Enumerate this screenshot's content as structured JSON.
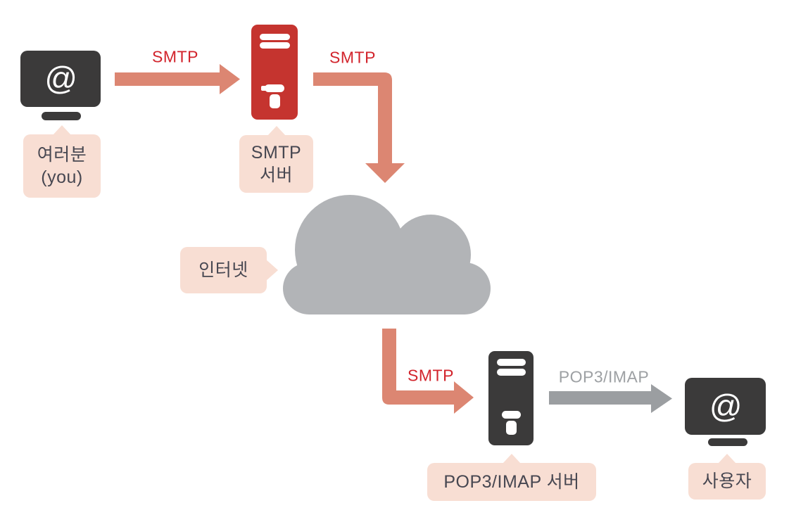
{
  "nodes": {
    "sender": {
      "icon": "monitor-at",
      "symbol": "@",
      "label_line1": "여러분",
      "label_line2": "(you)"
    },
    "smtp_server": {
      "icon": "server-tower",
      "label_line1": "SMTP",
      "label_line2": "서버"
    },
    "internet": {
      "icon": "cloud",
      "label": "인터넷"
    },
    "pop3_imap_server": {
      "icon": "server-tower",
      "label": "POP3/IMAP 서버"
    },
    "receiver": {
      "icon": "monitor-at",
      "symbol": "@",
      "label": "사용자"
    }
  },
  "edges": {
    "sender_to_smtp": {
      "label": "SMTP",
      "direction": "right"
    },
    "smtp_to_internet": {
      "label": "SMTP",
      "direction": "right-then-down"
    },
    "internet_to_pop3": {
      "label": "SMTP",
      "direction": "down-then-right"
    },
    "pop3_to_receiver": {
      "label": "POP3/IMAP",
      "direction": "right"
    }
  },
  "colors": {
    "arrow_salmon": "#dc8672",
    "arrow_gray": "#9b9ea1",
    "server_red": "#c5342f",
    "device_dark": "#3b3a3a",
    "cloud_gray": "#b2b4b7",
    "protocol_red_text": "#d2242c",
    "protocol_gray_text": "#9da0a3",
    "callout_bg": "#f8ded3",
    "callout_text": "#474751",
    "background": "#ffffff"
  }
}
